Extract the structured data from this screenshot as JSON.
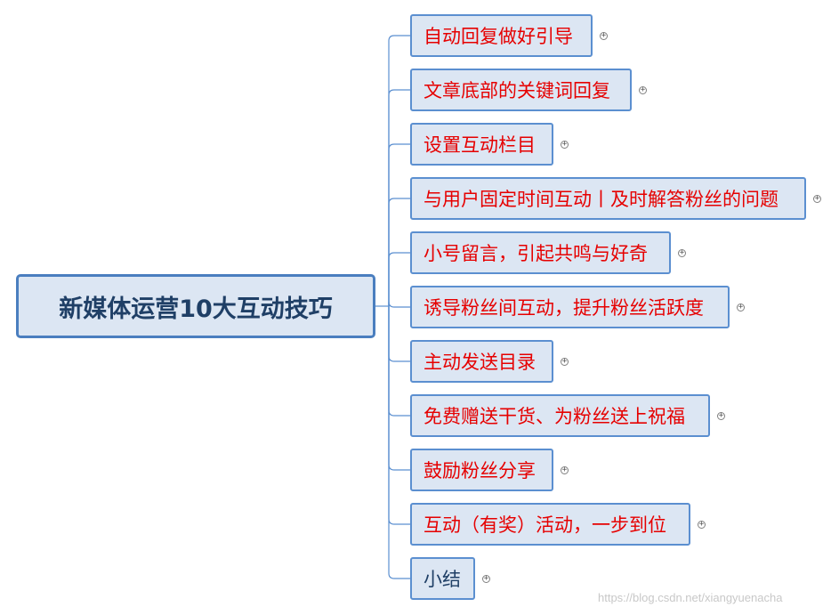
{
  "diagram": {
    "root": {
      "label": "新媒体运营10大互动技巧"
    },
    "branches": [
      {
        "label": "自动回复做好引导",
        "color": "#e60000",
        "collapsed": true
      },
      {
        "label": "文章底部的关键词回复",
        "color": "#e60000",
        "collapsed": true
      },
      {
        "label": "设置互动栏目",
        "color": "#e60000",
        "collapsed": true
      },
      {
        "label": "与用户固定时间互动丨及时解答粉丝的问题",
        "color": "#e60000",
        "collapsed": true
      },
      {
        "label": "小号留言，引起共鸣与好奇",
        "color": "#e60000",
        "collapsed": true
      },
      {
        "label": "诱导粉丝间互动，提升粉丝活跃度",
        "color": "#e60000",
        "collapsed": true
      },
      {
        "label": "主动发送目录",
        "color": "#e60000",
        "collapsed": true
      },
      {
        "label": "免费赠送干货、为粉丝送上祝福",
        "color": "#e60000",
        "collapsed": true
      },
      {
        "label": "鼓励粉丝分享",
        "color": "#e60000",
        "collapsed": true
      },
      {
        "label": "互动（有奖）活动，一步到位",
        "color": "#e60000",
        "collapsed": true
      },
      {
        "label": "小结",
        "color": "#1f3f66",
        "collapsed": true
      }
    ],
    "expander_symbol": "+",
    "connector_color": "#5b8fd0"
  },
  "watermark": "https://blog.csdn.net/xiangyuenacha"
}
